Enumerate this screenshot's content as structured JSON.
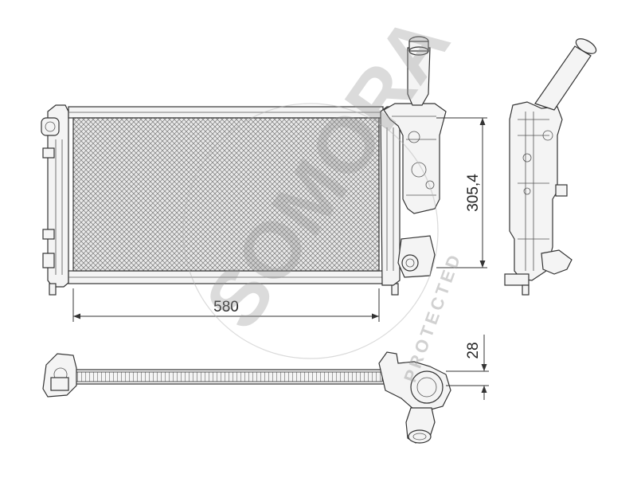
{
  "dimensions": {
    "width_label": "580",
    "height_label": "305,4",
    "depth_label": "28"
  },
  "watermark": {
    "brand": "SOMORA",
    "sub": "PROTECTED"
  }
}
